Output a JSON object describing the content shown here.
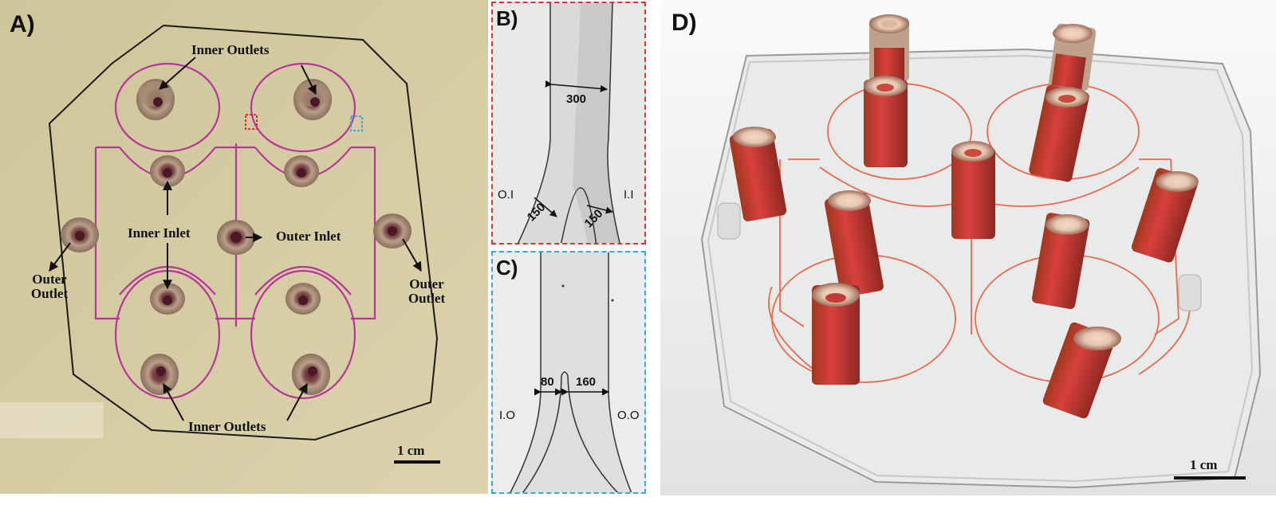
{
  "panels": {
    "a": {
      "label": "A)",
      "inner_outlets_top": "Inner Outlets",
      "inner_outlets_bottom": "Inner Outlets",
      "inner_inlet": "Inner Inlet",
      "outer_inlet": "Outer Inlet",
      "outer_outlet_left": "Outer Outlet",
      "outer_outlet_right": "Outer Outlet",
      "scale": "1 cm"
    },
    "b": {
      "label": "B)",
      "width_main": "300",
      "width_left": "150",
      "width_right": "150",
      "left_channel": "O.I",
      "right_channel": "I.I"
    },
    "c": {
      "label": "C)",
      "width_left": "80",
      "width_right": "160",
      "left_channel": "I.O",
      "right_channel": "O.O"
    },
    "d": {
      "label": "D)",
      "scale": "1 cm"
    }
  },
  "colors": {
    "panel_a_background": "#d8cfa6",
    "channel_magenta": "#b7349a",
    "port_brown": "#9a7f6a",
    "panel_b_border": "#e0302f",
    "panel_c_border": "#36a8de",
    "blood_red": "#c8202a",
    "channel_orange": "#e96a4a"
  }
}
